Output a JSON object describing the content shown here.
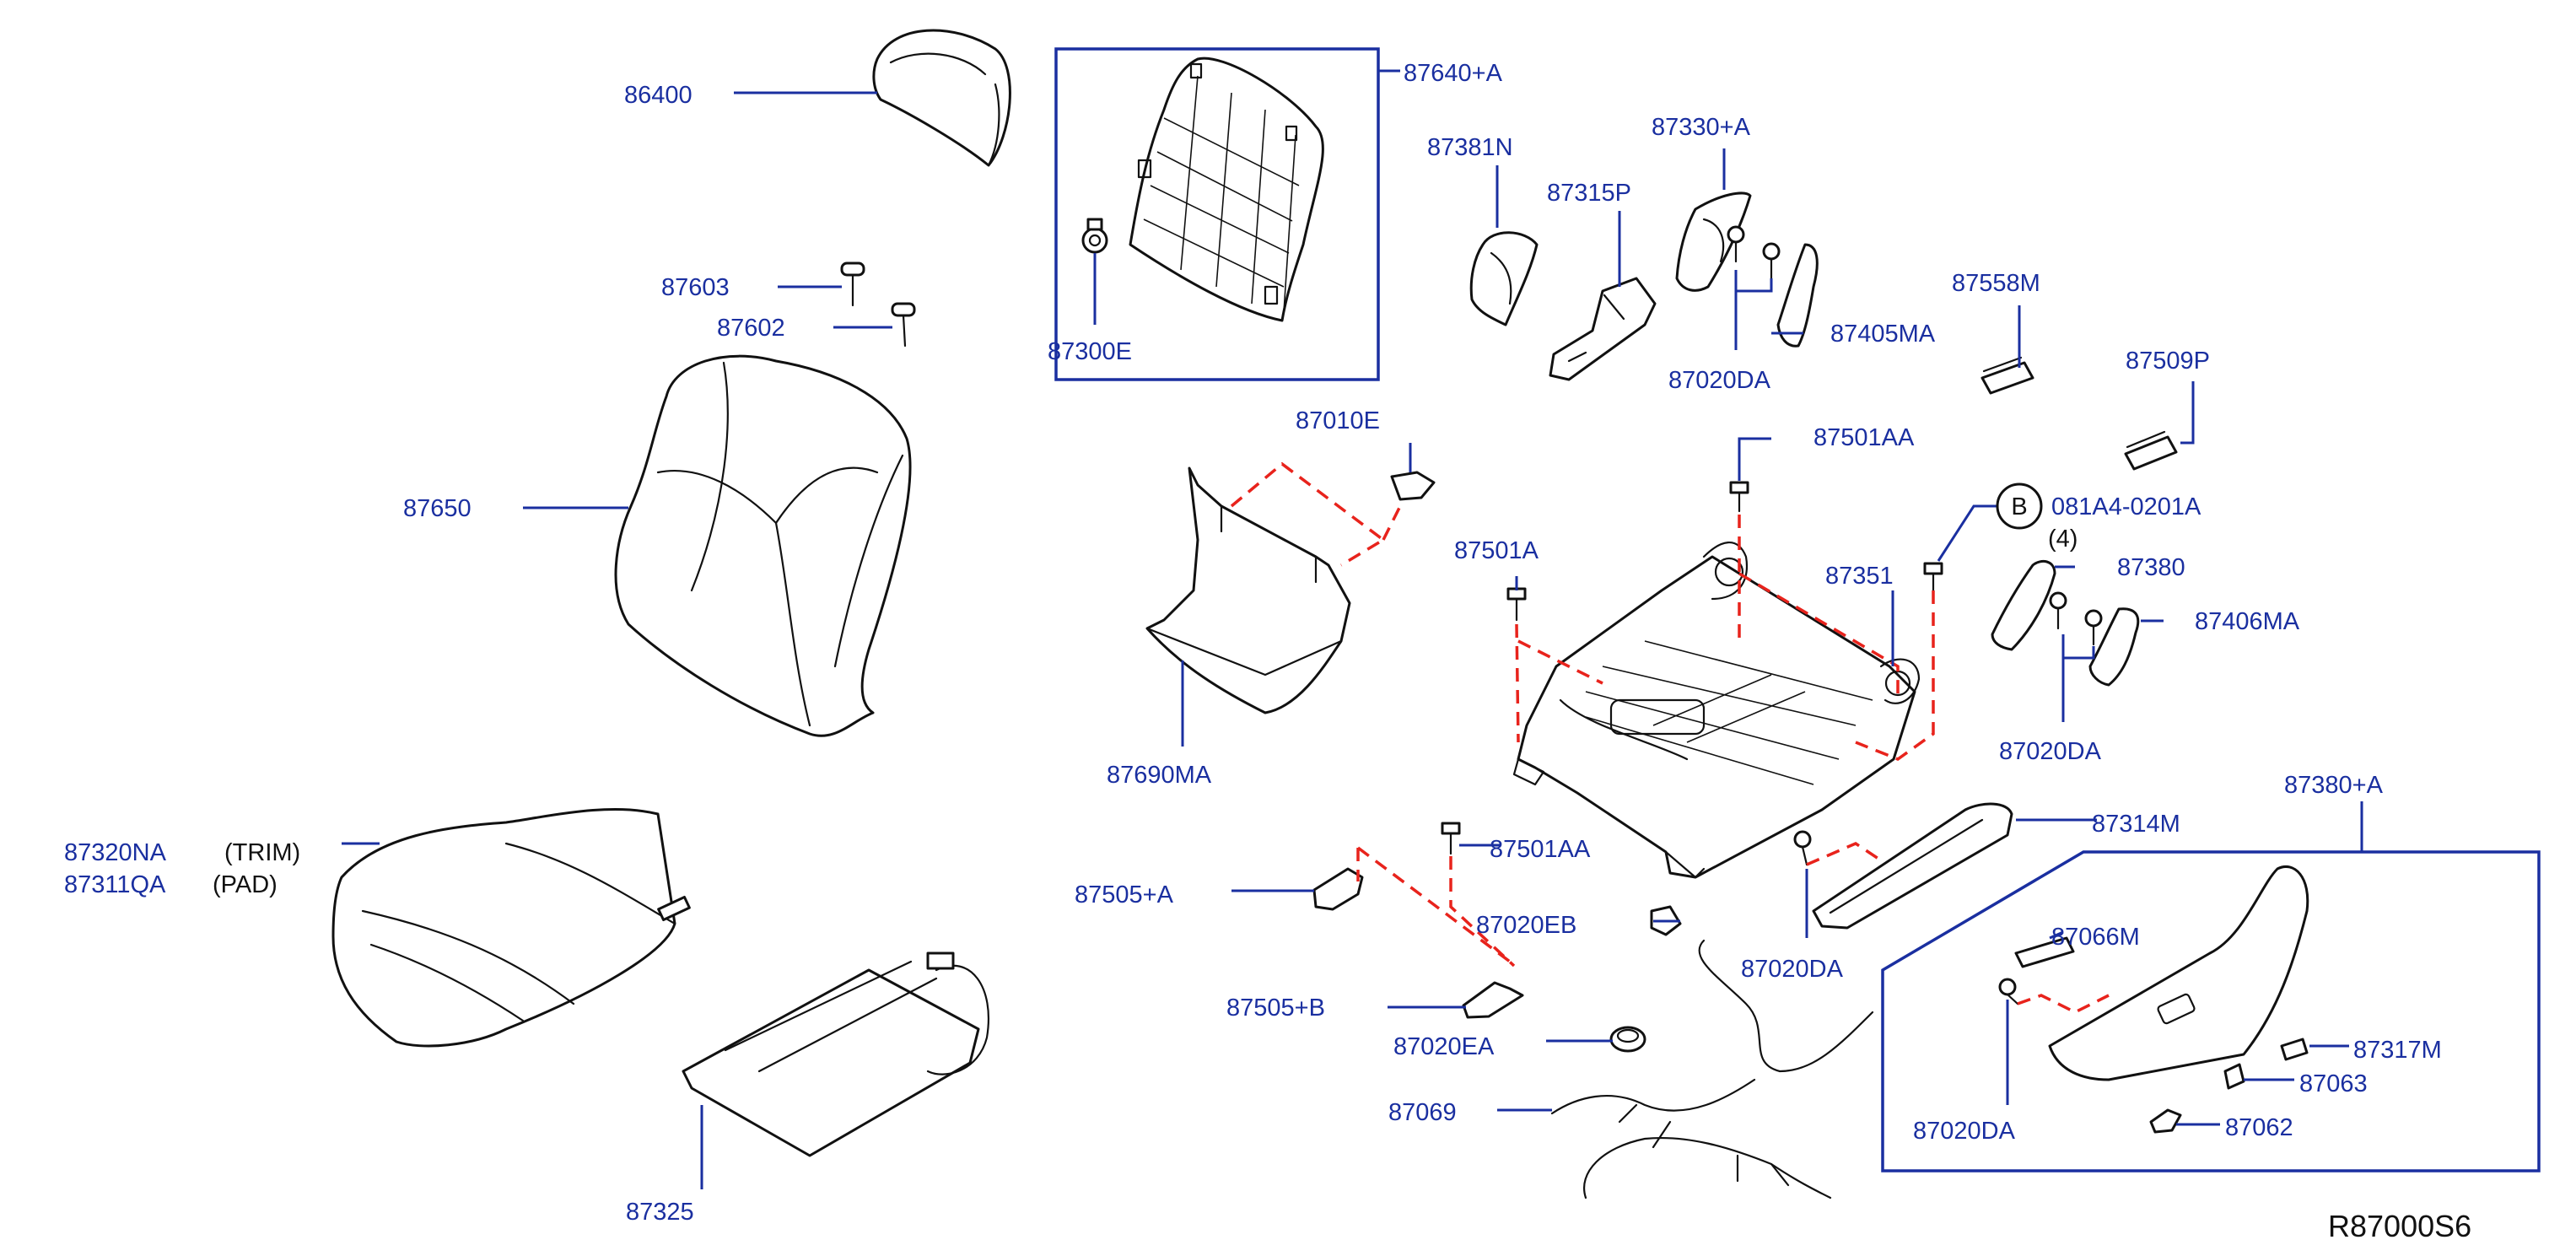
{
  "colors": {
    "label": "#1a2fa0",
    "guide": "#e8231c",
    "line": "#111111"
  },
  "labels": {
    "p86400": "86400",
    "p87640A": "87640+A",
    "p87381N": "87381N",
    "p87330A": "87330+A",
    "p87315P": "87315P",
    "p87558M": "87558M",
    "p87603": "87603",
    "p87602": "87602",
    "p87300E": "87300E",
    "p87405MA": "87405MA",
    "p87020DA_top": "87020DA",
    "p87509P": "87509P",
    "p87010E": "87010E",
    "p87501AA_top": "87501AA",
    "p87650": "87650",
    "p081A4": "081A4-0201A",
    "circleB": "B",
    "qty4": "(4)",
    "p87380": "87380",
    "p87501A": "87501A",
    "p87351": "87351",
    "p87406MA": "87406MA",
    "p87020DA_right": "87020DA",
    "p87690MA": "87690MA",
    "p87380A": "87380+A",
    "p87314M": "87314M",
    "p87320NA": "87320NA",
    "trim": "(TRIM)",
    "p87311QA": "87311QA",
    "pad": "(PAD)",
    "p87501AA_mid": "87501AA",
    "p87505A": "87505+A",
    "p87020EB": "87020EB",
    "p87020DA_mid": "87020DA",
    "p87066M": "87066M",
    "p87505B": "87505+B",
    "p87020EA": "87020EA",
    "p87317M": "87317M",
    "p87063": "87063",
    "p87069": "87069",
    "p87020DA_box": "87020DA",
    "p87062": "87062",
    "p87325": "87325",
    "diagram_code": "R87000S6"
  }
}
